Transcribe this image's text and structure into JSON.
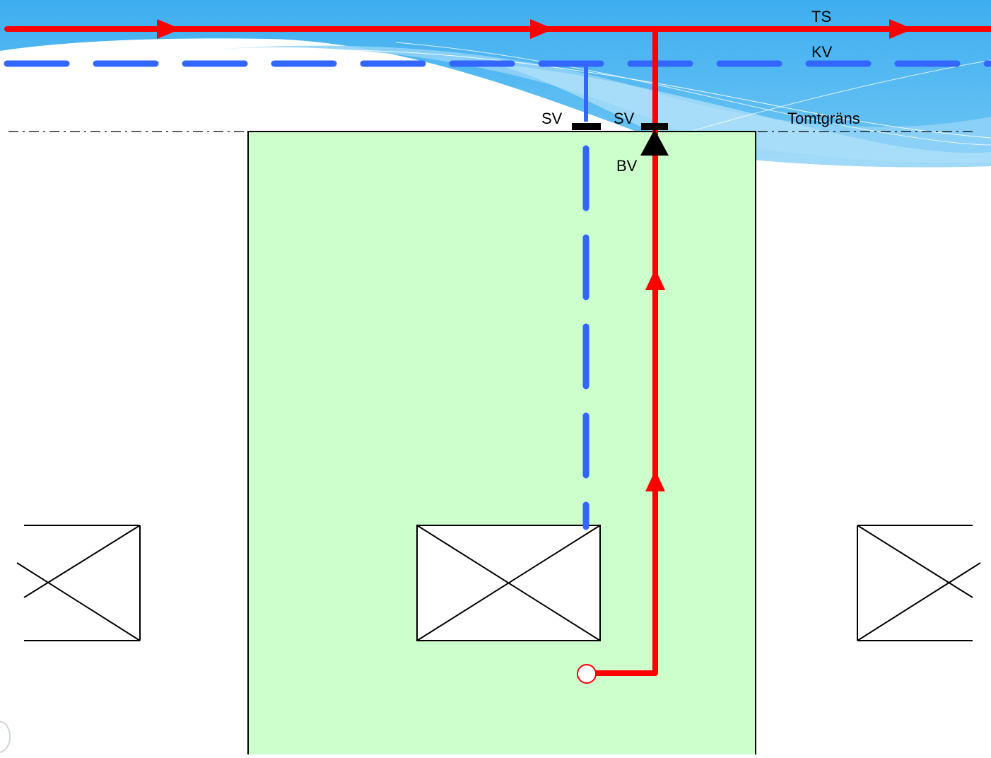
{
  "colors": {
    "sky_top": "#4ab4ee",
    "sky_light": "#8fd2f7",
    "site_fill": "#ccffcc",
    "heating_line": "#ff0000",
    "cold_water_line": "#3366ff",
    "valve": "#000000"
  },
  "labels": {
    "ts": "TS",
    "kv": "KV",
    "sv_left": "SV",
    "sv_right": "SV",
    "tomtgrans": "Tomtgräns",
    "bv": "BV"
  },
  "icons": {
    "flow_arrow": "triangle-arrow",
    "check_valve": "triangle-up",
    "shutoff_valve": "bar",
    "connection_point": "circle",
    "building": "box-with-x"
  }
}
